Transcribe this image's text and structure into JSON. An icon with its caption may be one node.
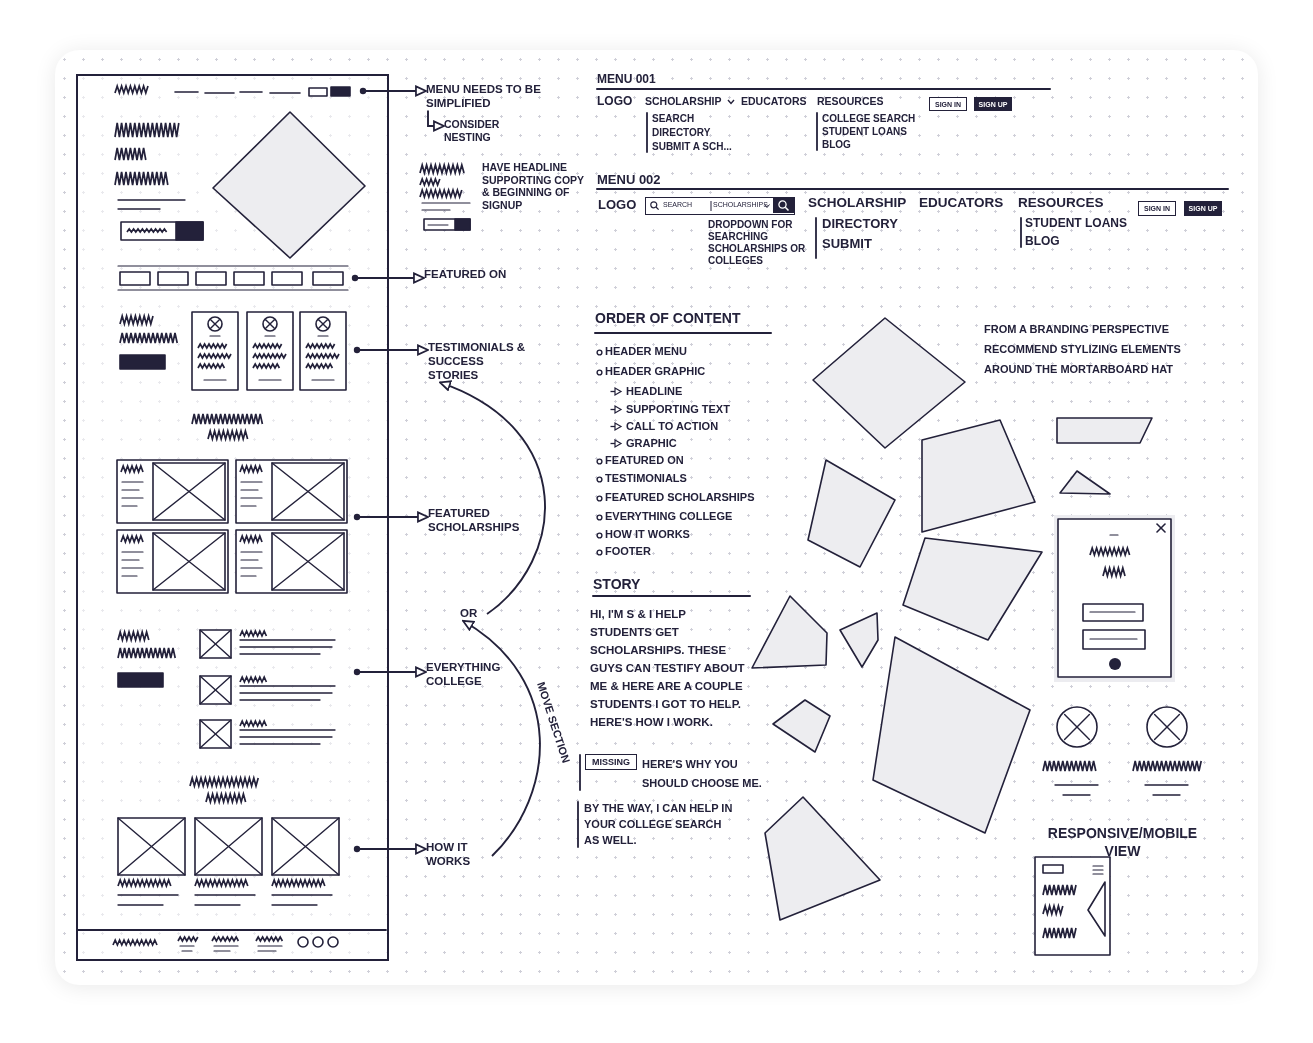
{
  "diagram": {
    "nodes": [
      {
        "text": [],
        "shape": "box"
      },
      {
        "text": [],
        "shape": "picture",
        "in": 0
      },
      {
        "text": [],
        "shape": "picture",
        "in": 0
      },
      {
        "text": [],
        "shape": "picture",
        "in": 0
      },
      {
        "text": [],
        "shape": "picture",
        "in": 0
      },
      {
        "text": [],
        "shape": "picture",
        "in": 0
      },
      {
        "text": [],
        "shape": "picture",
        "in": 0
      },
      {
        "text": [
          "MENU NEEDS TO BE SIMPLIFIED"
        ]
      },
      {
        "text": [
          "CONSIDER NESTING"
        ]
      },
      {
        "text": [
          "FEATURED ON"
        ]
      },
      {
        "text": [
          "TESTIMONIALS & SUCCESS STORIES"
        ]
      },
      {
        "text": [
          "FEATURED SCHOLARSHIPS"
        ]
      },
      {
        "text": [
          "EVERYTHING COLLEGE"
        ]
      },
      {
        "text": [
          "HOW IT WORKS"
        ]
      },
      {
        "text": [
          "OR"
        ]
      },
      {
        "text": [
          "SEARCH",
          "SCHOLARSHIPS"
        ]
      },
      {
        "text": [
          "SIGN IN"
        ]
      },
      {
        "text": [
          "SIGN UP"
        ]
      },
      {
        "text": [
          "SIGN IN"
        ]
      },
      {
        "text": [
          "SIGN UP"
        ]
      },
      {
        "text": [
          "MISSING"
        ]
      }
    ],
    "edges": [
      {
        "from": 1,
        "to": 7,
        "arrow": "to"
      },
      {
        "from": 7,
        "to": 8,
        "arrow": "to"
      },
      {
        "from": 2,
        "to": 9,
        "arrow": "to"
      },
      {
        "from": 3,
        "to": 10,
        "arrow": "to"
      },
      {
        "from": 4,
        "to": 11,
        "arrow": "to"
      },
      {
        "from": 5,
        "to": 12,
        "arrow": "to"
      },
      {
        "from": 6,
        "to": 13,
        "arrow": "to"
      },
      {
        "from": 13,
        "to": 14,
        "arrow": "to",
        "label": "MOVE SECTION"
      },
      {
        "from": 14,
        "to": 10,
        "arrow": "to"
      }
    ],
    "labels": [
      "MENU 001",
      "LOGO",
      "SCHOLARSHIP",
      "EDUCATORS",
      "RESOURCES",
      "SEARCH",
      "DIRECTORY",
      "SUBMIT A SCH...",
      "COLLEGE SEARCH",
      "STUDENT LOANS",
      "BLOG",
      "MENU 002",
      "LOGO",
      "DROPDOWN FOR SEARCHING SCHOLARSHIPS OR COLLEGES",
      "SCHOLARSHIP",
      "EDUCATORS",
      "RESOURCES",
      "DIRECTORY",
      "SUBMIT",
      "STUDENT LOANS",
      "BLOG",
      "HAVE HEADLINE SUPPORTING COPY & BEGINNING OF SIGNUP",
      "ORDER OF CONTENT",
      "HEADER MENU",
      "HEADER GRAPHIC",
      "HEADLINE",
      "SUPPORTING TEXT",
      "CALL TO ACTION",
      "GRAPHIC",
      "FEATURED ON",
      "TESTIMONIALS",
      "FEATURED SCHOLARSHIPS",
      "EVERYTHING COLLEGE",
      "HOW IT WORKS",
      "FOOTER",
      "STORY",
      "HI, I'M S & I HELP STUDENTS GET SCHOLARSHIPS. THESE GUYS CAN TESTIFY ABOUT ME & HERE ARE A COUPLE STUDENTS I GOT TO HELP. HERE'S HOW I WORK.",
      "HERE'S WHY YOU SHOULD CHOOSE ME.",
      "BY THE WAY, I CAN HELP IN YOUR COLLEGE SEARCH AS WELL.",
      "FROM A BRANDING PERSPECTIVE RECOMMEND STYLIZING ELEMENTS AROUND THE MORTARBOARD HAT",
      "RESPONSIVE/MOBILE VIEW"
    ]
  }
}
